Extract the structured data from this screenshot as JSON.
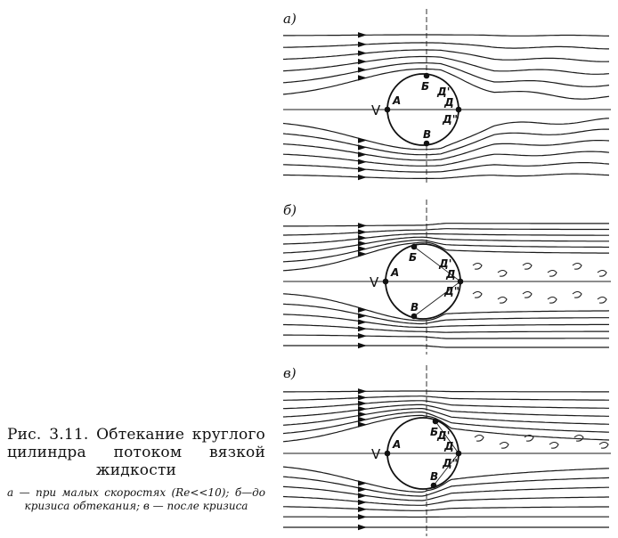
{
  "figure": {
    "panels": [
      {
        "id": "a",
        "label": "a)",
        "points": {
          "A": "A",
          "B": "Б",
          "V": "В",
          "D": "Д",
          "D1": "Д'",
          "D2": "Д\""
        },
        "flow_label": "V"
      },
      {
        "id": "b",
        "label": "б)",
        "points": {
          "A": "A",
          "B": "Б",
          "V": "В",
          "D": "Д",
          "D1": "Д'",
          "D2": "Д\""
        },
        "flow_label": "V"
      },
      {
        "id": "v",
        "label": "в)",
        "points": {
          "A": "A",
          "B": "Б",
          "V": "В",
          "D": "Д",
          "D1": "Д'",
          "D2": "Д\""
        },
        "flow_label": "V"
      }
    ]
  },
  "caption": {
    "title": "Рис. 3.11. Обтекание круглого цилиндра потоком вязкой жидкости",
    "description": "а — при малых скоростях (Re<<10); б—до кризиса обтекания; в — после кризиса"
  }
}
